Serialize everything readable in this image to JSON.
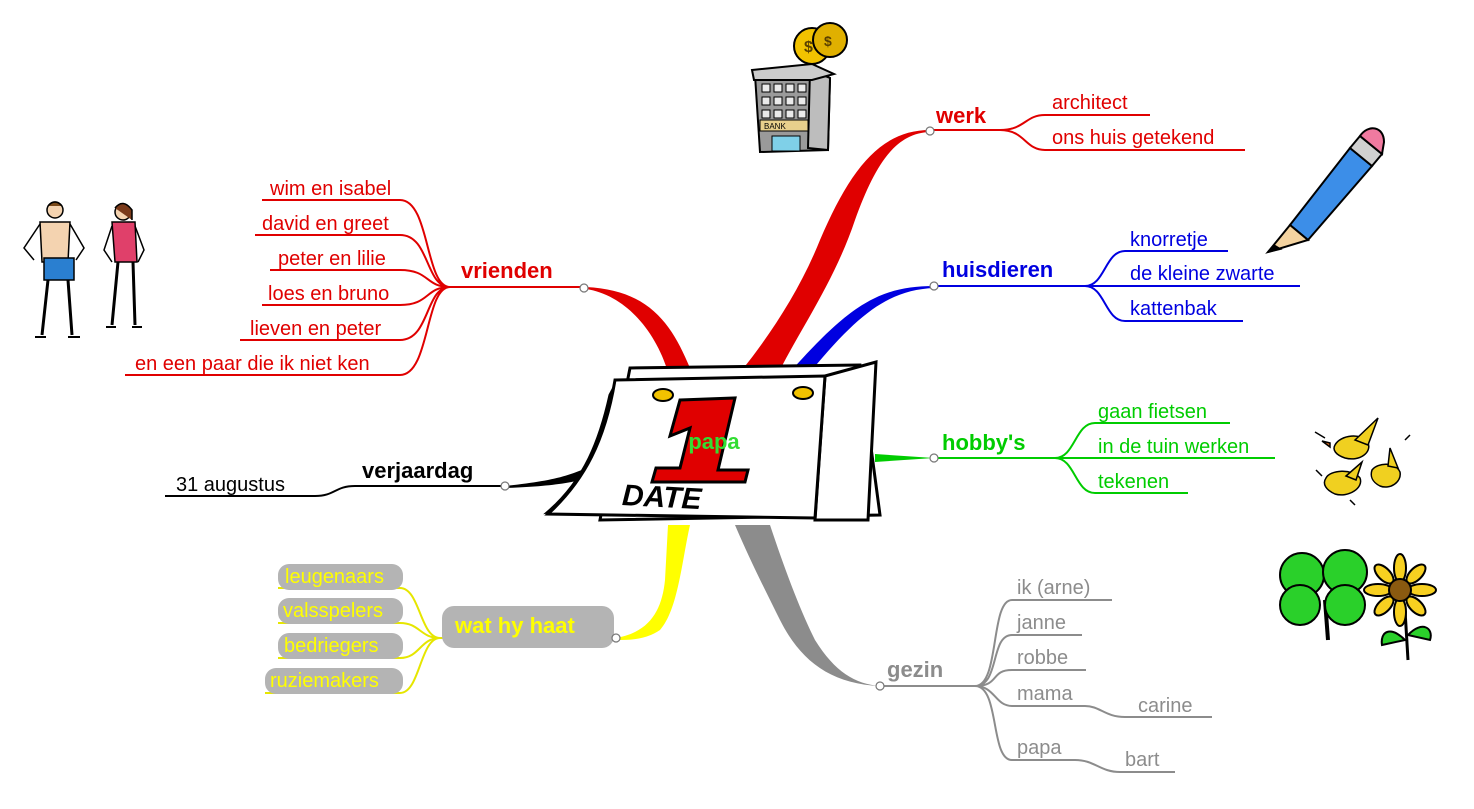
{
  "center": {
    "label": "papa",
    "calendar_number": "1",
    "calendar_word": "DATE"
  },
  "colors": {
    "werk": "#e00000",
    "vrienden": "#e00000",
    "huisdieren": "#0000e0",
    "hobbys": "#00cc00",
    "verjaardag": "#000000",
    "wat_hy_haat": "#ffff00",
    "wat_hy_haat_bg": "#b4b4b4",
    "gezin": "#8c8c8c",
    "center_label": "#33dd33"
  },
  "branches": {
    "werk": {
      "label": "werk",
      "children": [
        "architect",
        "ons huis getekend"
      ]
    },
    "vrienden": {
      "label": "vrienden",
      "children": [
        "wim en isabel",
        "david en greet",
        "peter en lilie",
        "loes en bruno",
        "lieven en peter",
        "en een paar die ik niet ken"
      ]
    },
    "huisdieren": {
      "label": "huisdieren",
      "children": [
        "knorretje",
        "de kleine zwarte",
        "kattenbak"
      ]
    },
    "hobbys": {
      "label": "hobby's",
      "children": [
        "gaan fietsen",
        "in de tuin werken",
        "tekenen"
      ]
    },
    "verjaardag": {
      "label": "verjaardag",
      "children": [
        "31 augustus"
      ]
    },
    "wat_hy_haat": {
      "label": "wat hy haat",
      "children": [
        "leugenaars",
        "valsspelers",
        "bedriegers",
        "ruziemakers"
      ]
    },
    "gezin": {
      "label": "gezin",
      "children": [
        "ik (arne)",
        "janne",
        "robbe",
        "mama",
        "papa"
      ],
      "mama_child": "carine",
      "papa_child": "bart"
    }
  },
  "clipart": {
    "bank": {
      "icon": "bank-building-icon",
      "sign": "BANK"
    },
    "people": "people-swimwear-icon",
    "pencil": "pencil-icon",
    "birds": "birds-icon",
    "flowers": "clover-and-sunflower-icon"
  }
}
